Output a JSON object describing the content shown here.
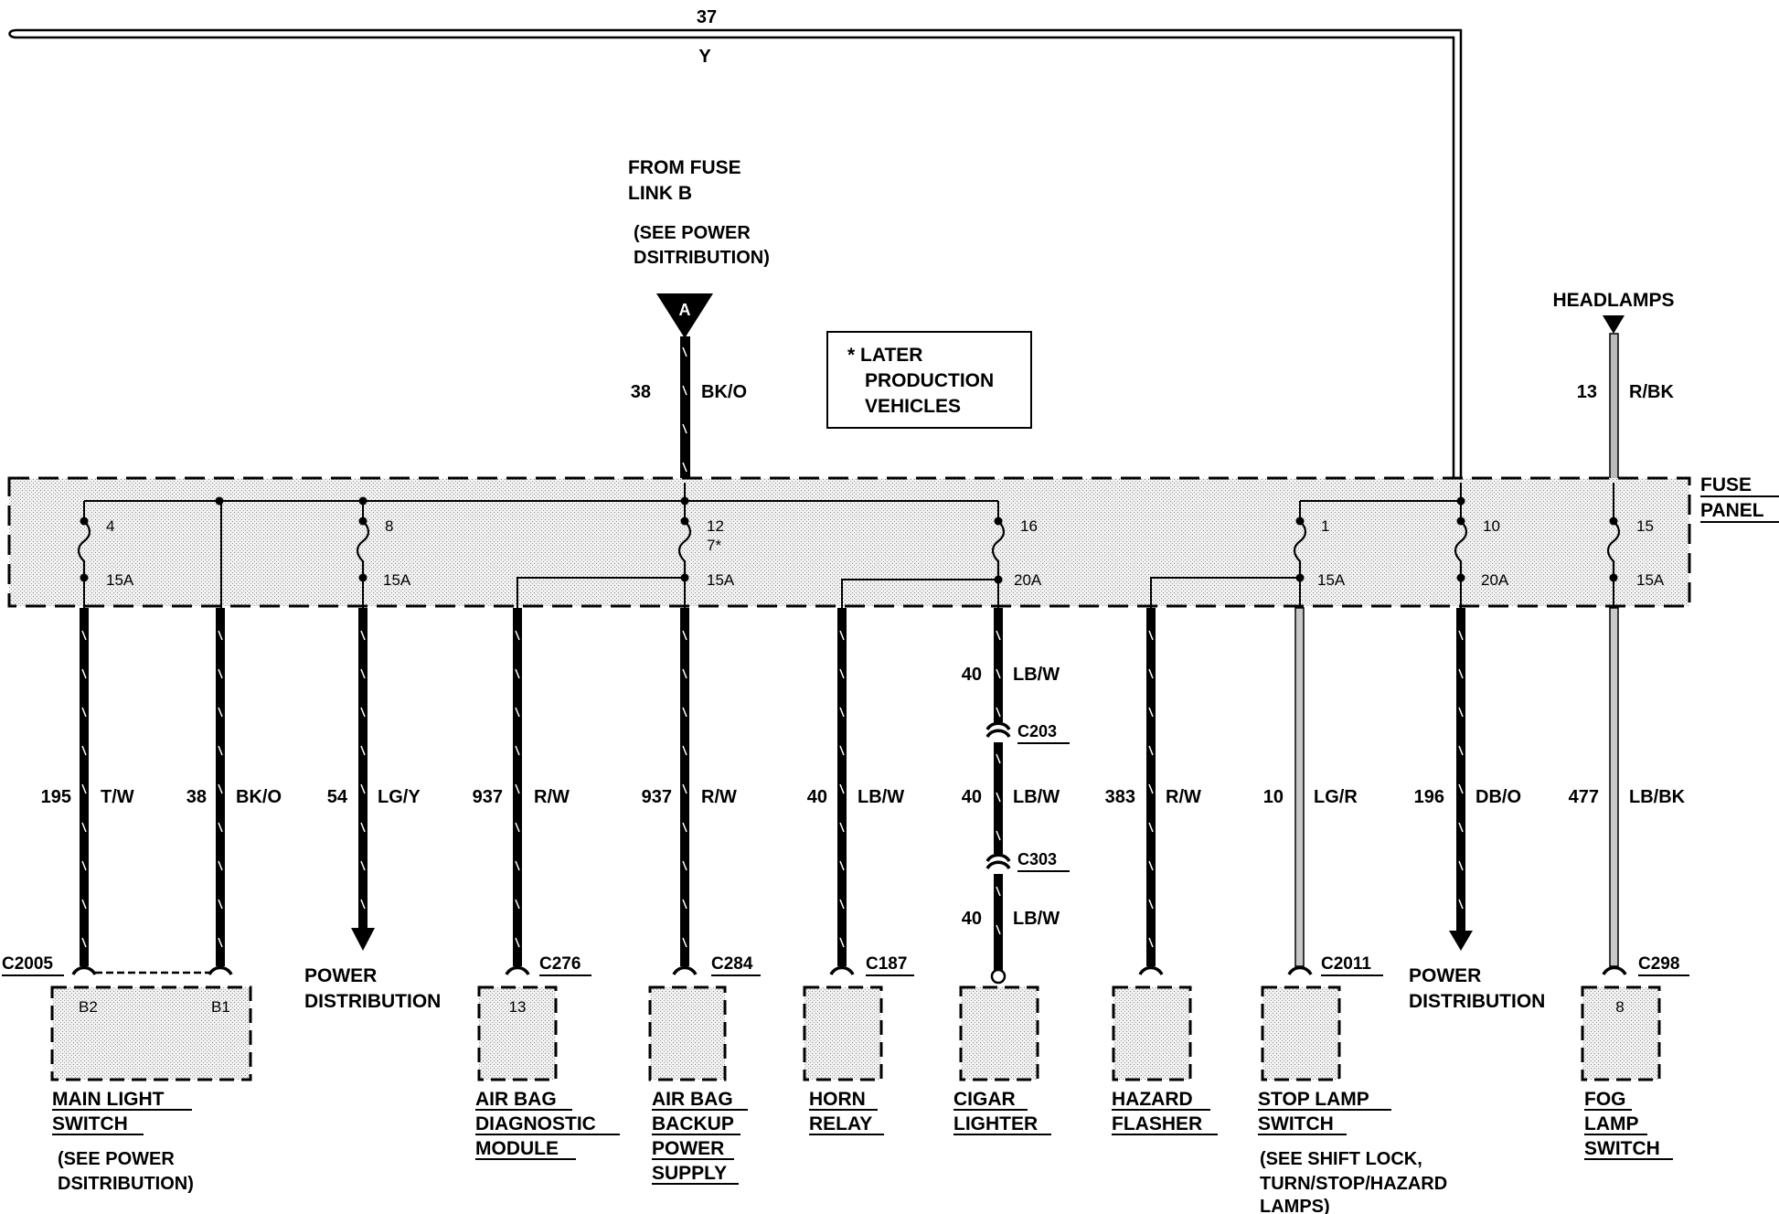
{
  "top_wire": {
    "circuit": "37",
    "color": "Y"
  },
  "source": {
    "line1": "FROM FUSE",
    "line2": "LINK B",
    "see1": "(SEE POWER",
    "see2": "DSITRIBUTION)",
    "symbol": "A",
    "circuit": "38",
    "color": "BK/O"
  },
  "note": {
    "line1": "* LATER",
    "line2": "PRODUCTION",
    "line3": "VEHICLES"
  },
  "headlamps": {
    "label": "HEADLAMPS",
    "circuit": "13",
    "color": "R/BK"
  },
  "fuse_panel": {
    "line1": "FUSE",
    "line2": "PANEL"
  },
  "fuses": [
    {
      "number": "4",
      "rating": "15A"
    },
    {
      "number": "8",
      "rating": "15A"
    },
    {
      "number": "12",
      "note": "7*",
      "rating": "15A"
    },
    {
      "number": "16",
      "rating": "20A"
    },
    {
      "number": "1",
      "rating": "15A"
    },
    {
      "number": "10",
      "rating": "20A"
    },
    {
      "number": "15",
      "rating": "15A"
    }
  ],
  "wires": [
    {
      "circuit": "195",
      "color": "T/W"
    },
    {
      "circuit": "38",
      "color": "BK/O"
    },
    {
      "circuit": "54",
      "color": "LG/Y"
    },
    {
      "circuit": "937",
      "color": "R/W"
    },
    {
      "circuit": "937",
      "color": "R/W"
    },
    {
      "circuit": "40",
      "color": "LB/W"
    },
    {
      "circuit": "40",
      "color": "LB/W"
    },
    {
      "circuit": "383",
      "color": "R/W"
    },
    {
      "circuit": "10",
      "color": "LG/R"
    },
    {
      "circuit": "196",
      "color": "DB/O"
    },
    {
      "circuit": "477",
      "color": "LB/BK"
    }
  ],
  "lighter_wire": {
    "upper": {
      "circuit": "40",
      "color": "LB/W"
    },
    "lower": {
      "circuit": "40",
      "color": "LB/W"
    },
    "connector1": "C203",
    "connector2": "C303"
  },
  "connectors": {
    "c2005": "C2005",
    "c276": "C276",
    "c284": "C284",
    "c187": "C187",
    "c2011": "C2011",
    "c298": "C298"
  },
  "pins": {
    "b2": "B2",
    "b1": "B1",
    "airbag": "13",
    "fog": "8"
  },
  "power_dist_left": {
    "line1": "POWER",
    "line2": "DISTRIBUTION"
  },
  "power_dist_right": {
    "line1": "POWER",
    "line2": "DISTRIBUTION"
  },
  "components": {
    "main_light": {
      "line1": "MAIN LIGHT",
      "line2": "SWITCH",
      "note1": "(SEE POWER",
      "note2": "DSITRIBUTION)"
    },
    "airbag_diag": {
      "line1": "AIR BAG",
      "line2": "DIAGNOSTIC",
      "line3": "MODULE"
    },
    "airbag_backup": {
      "line1": "AIR BAG",
      "line2": "BACKUP",
      "line3": "POWER",
      "line4": "SUPPLY"
    },
    "horn": {
      "line1": "HORN",
      "line2": "RELAY"
    },
    "cigar": {
      "line1": "CIGAR",
      "line2": "LIGHTER"
    },
    "hazard": {
      "line1": "HAZARD",
      "line2": "FLASHER"
    },
    "stop_lamp": {
      "line1": "STOP LAMP",
      "line2": "SWITCH",
      "note1": "(SEE SHIFT LOCK,",
      "note2": "TURN/STOP/HAZARD",
      "note3": "LAMPS)"
    },
    "fog_lamp": {
      "line1": "FOG",
      "line2": "LAMP",
      "line3": "SWITCH"
    }
  }
}
